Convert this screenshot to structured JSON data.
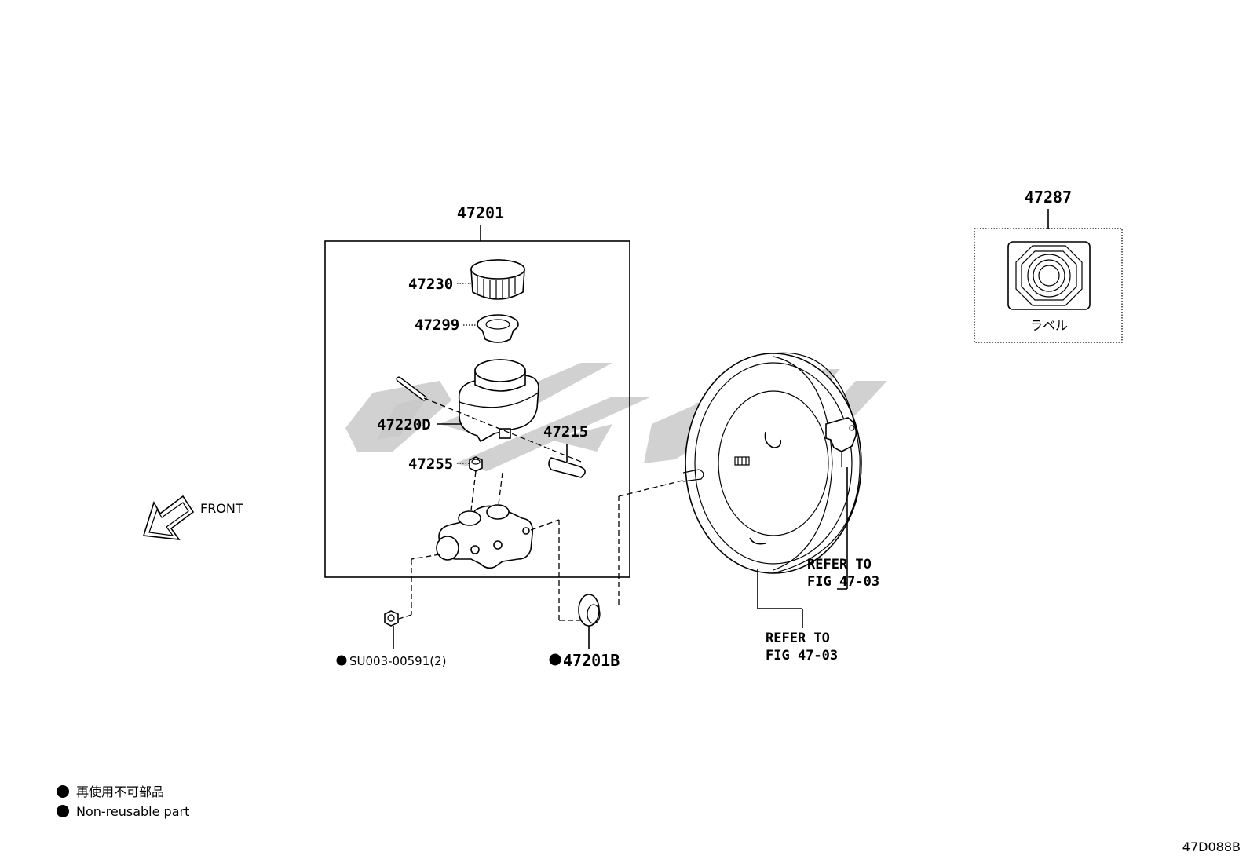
{
  "parts": {
    "assembly": "47201",
    "cap": "47230",
    "strainer": "47299",
    "reservoir": "47220D",
    "pin": "47215",
    "grommet": "47255",
    "seal": "47201B",
    "nut": "SU003-00591(2)",
    "label_part": "47287"
  },
  "label_box": {
    "caption": "ラベル"
  },
  "refer": {
    "upper_line1": "REFER TO",
    "upper_line2": "FIG 47-03",
    "lower_line1": "REFER TO",
    "lower_line2": "FIG 47-03"
  },
  "direction": {
    "front_label": "FRONT"
  },
  "legend": {
    "japanese": "再使用不可部品",
    "english": "Non-reusable part"
  },
  "diagram_code": "47D088B",
  "marker_icon": "filled-circle-icon"
}
